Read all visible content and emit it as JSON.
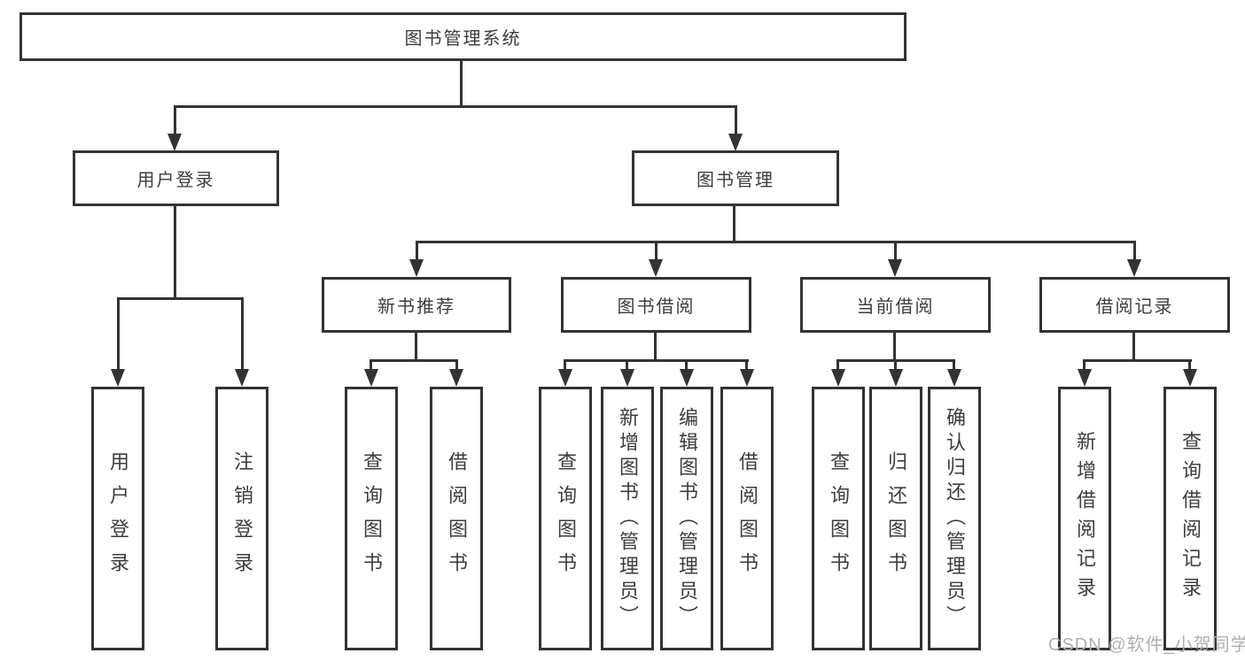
{
  "diagram": {
    "root": {
      "label": "图书管理系统",
      "children": [
        {
          "label": "用户登录",
          "children": [
            {
              "label": "用户登录"
            },
            {
              "label": "注销登录"
            }
          ]
        },
        {
          "label": "图书管理",
          "children": [
            {
              "label": "新书推荐",
              "children": [
                {
                  "label": "查询图书"
                },
                {
                  "label": "借阅图书"
                }
              ]
            },
            {
              "label": "图书借阅",
              "children": [
                {
                  "label": "查询图书"
                },
                {
                  "label": "新增图书（管理员）"
                },
                {
                  "label": "编辑图书（管理员）"
                },
                {
                  "label": "借阅图书"
                }
              ]
            },
            {
              "label": "当前借阅",
              "children": [
                {
                  "label": "查询图书"
                },
                {
                  "label": "归还图书"
                },
                {
                  "label": "确认归还（管理员）"
                }
              ]
            },
            {
              "label": "借阅记录",
              "children": [
                {
                  "label": "新增借阅记录"
                },
                {
                  "label": "查询借阅记录"
                }
              ]
            }
          ]
        }
      ]
    }
  },
  "watermark": {
    "text": "CSDN @软件_小贺同学"
  },
  "colors": {
    "line": "#333333",
    "text": "#3d3d3d",
    "watermark": "#b0b0b0",
    "background": "#ffffff"
  }
}
